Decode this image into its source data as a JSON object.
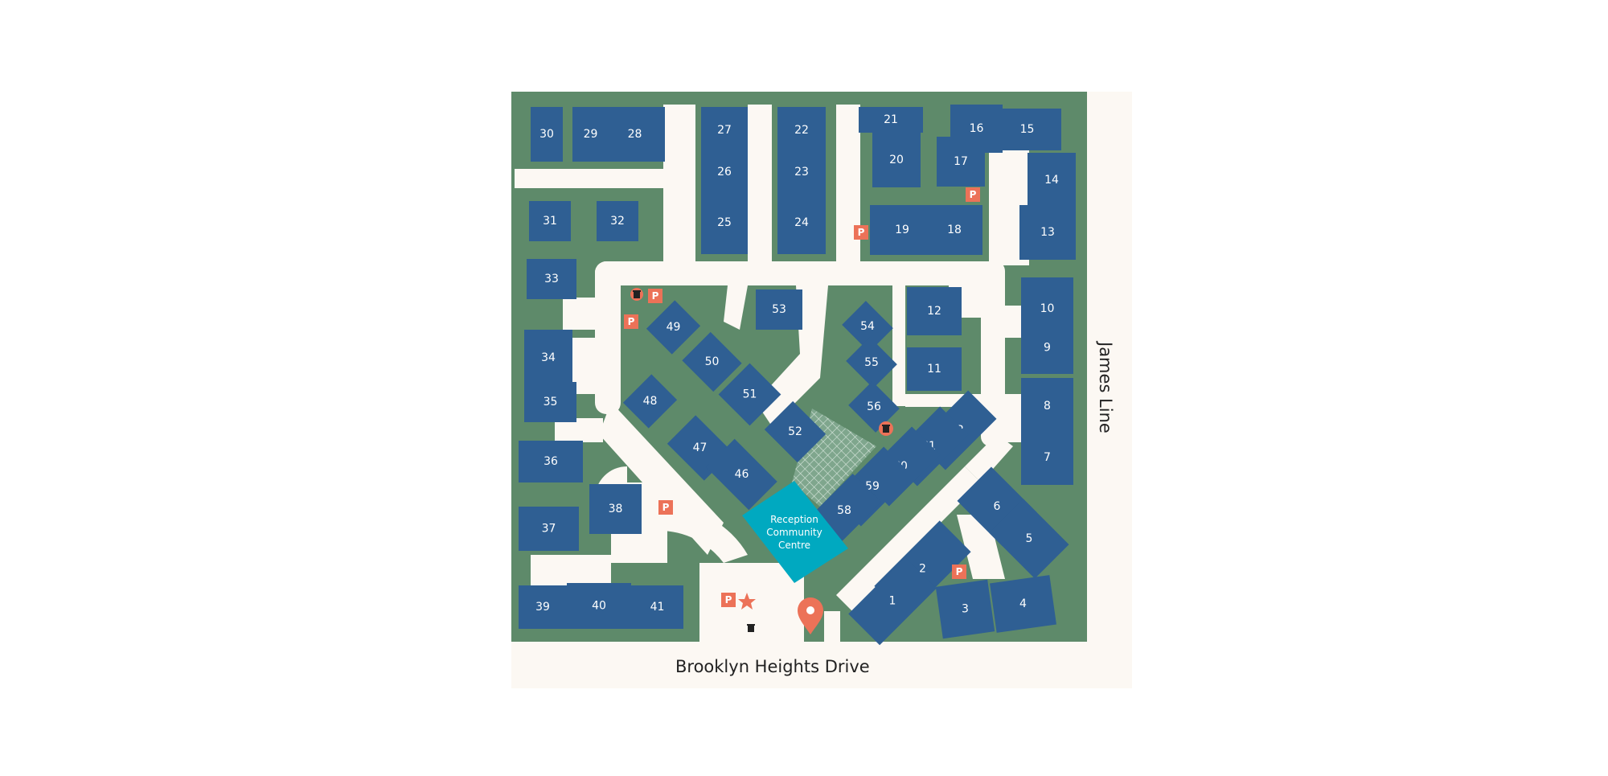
{
  "streets": {
    "south": "Brooklyn Heights Drive",
    "east": "James Line"
  },
  "reception": {
    "line1": "Reception",
    "line2": "Community",
    "line3": "Centre"
  },
  "parking_label": "P",
  "buildings": [
    {
      "label": "30"
    },
    {
      "label": "29"
    },
    {
      "label": "28"
    },
    {
      "label": "27"
    },
    {
      "label": "26"
    },
    {
      "label": "25"
    },
    {
      "label": "22"
    },
    {
      "label": "23"
    },
    {
      "label": "24"
    },
    {
      "label": "21"
    },
    {
      "label": "20"
    },
    {
      "label": "19"
    },
    {
      "label": "18"
    },
    {
      "label": "17"
    },
    {
      "label": "16"
    },
    {
      "label": "15"
    },
    {
      "label": "14"
    },
    {
      "label": "13"
    },
    {
      "label": "31"
    },
    {
      "label": "32"
    },
    {
      "label": "33"
    },
    {
      "label": "34"
    },
    {
      "label": "35"
    },
    {
      "label": "36"
    },
    {
      "label": "37"
    },
    {
      "label": "38"
    },
    {
      "label": "39"
    },
    {
      "label": "40"
    },
    {
      "label": "41"
    },
    {
      "label": "49"
    },
    {
      "label": "50"
    },
    {
      "label": "53"
    },
    {
      "label": "48"
    },
    {
      "label": "51"
    },
    {
      "label": "52"
    },
    {
      "label": "47"
    },
    {
      "label": "46"
    },
    {
      "label": "54"
    },
    {
      "label": "55"
    },
    {
      "label": "56"
    },
    {
      "label": "12"
    },
    {
      "label": "11"
    },
    {
      "label": "10"
    },
    {
      "label": "9"
    },
    {
      "label": "8"
    },
    {
      "label": "7"
    },
    {
      "label": "62"
    },
    {
      "label": "61"
    },
    {
      "label": "60"
    },
    {
      "label": "59"
    },
    {
      "label": "58"
    },
    {
      "label": "6"
    },
    {
      "label": "5"
    },
    {
      "label": "2"
    },
    {
      "label": "1"
    },
    {
      "label": "3"
    },
    {
      "label": "4"
    }
  ],
  "colors": {
    "grass": "#5e8a6a",
    "building": "#2f5f93",
    "road": "#fcf8f3",
    "reception": "#00a9c0",
    "accent": "#ec7258"
  },
  "icons": [
    "parking-icon",
    "trash-icon",
    "star-icon",
    "location-pin-icon"
  ]
}
